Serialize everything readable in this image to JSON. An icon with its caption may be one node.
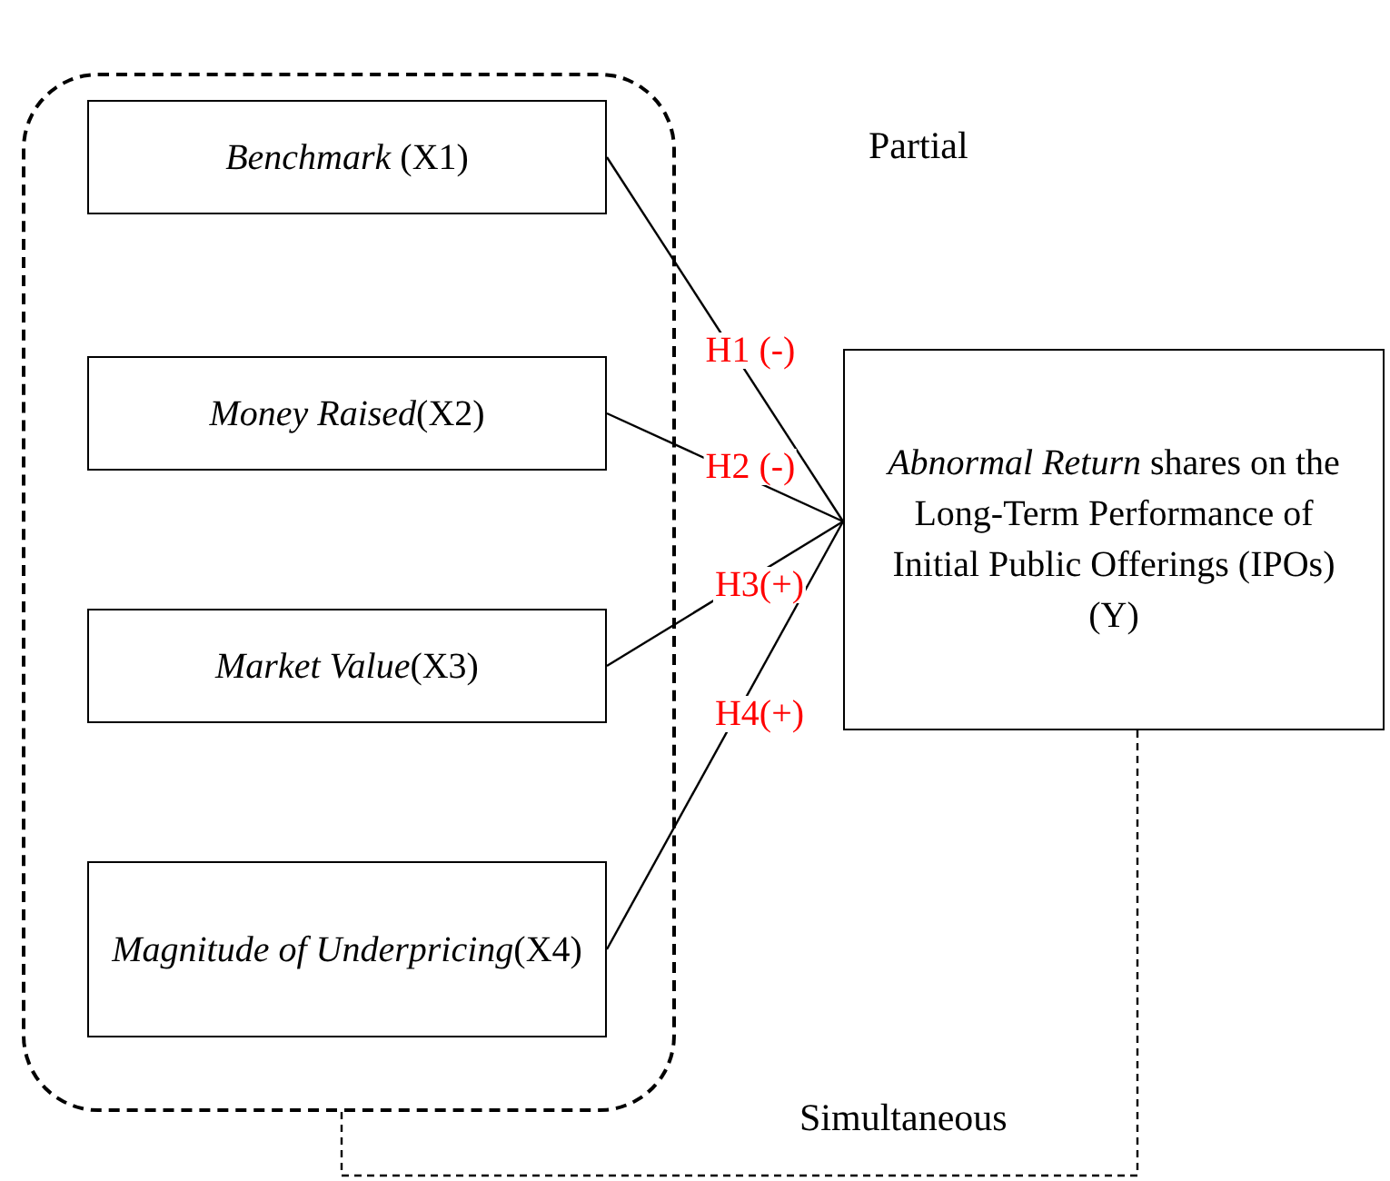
{
  "diagram": {
    "nodes": [
      {
        "text": [],
        "shape": "box"
      },
      {
        "text": [
          "*Benchmark* (X1)"
        ],
        "in": 0
      },
      {
        "text": [
          "*Money Raised*(X2)"
        ],
        "in": 0
      },
      {
        "text": [
          "*Market Value*(X3)"
        ],
        "in": 0
      },
      {
        "text": [
          "*Magnitude of Underpricing*(X4)"
        ],
        "in": 0
      },
      {
        "text": [
          "*Abnormal Return* shares on the Long-Term Performance of Initial Public Offerings (IPOs) (Y)"
        ]
      }
    ],
    "edges": [
      {
        "from": 1,
        "to": 5,
        "arrow": "none",
        "label": "H1 (-)"
      },
      {
        "from": 2,
        "to": 5,
        "arrow": "none",
        "label": "H2 (-)"
      },
      {
        "from": 3,
        "to": 5,
        "arrow": "none",
        "label": "H3(+)"
      },
      {
        "from": 4,
        "to": 5,
        "arrow": "none",
        "label": "H4(+)"
      },
      {
        "from": 0,
        "to": 5,
        "arrow": "none",
        "style": "dashed"
      }
    ],
    "labels": [
      "Partial",
      "Simultaneous"
    ]
  }
}
